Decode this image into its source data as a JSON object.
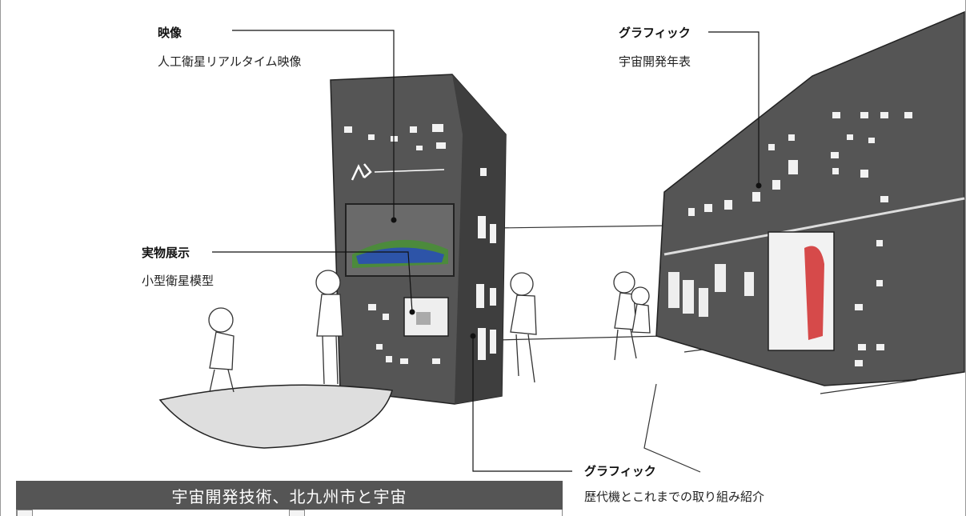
{
  "labels": {
    "video": {
      "title": "映像",
      "sub": "人工衛星リアルタイム映像"
    },
    "exhibit": {
      "title": "実物展示",
      "sub": "小型衛星模型"
    },
    "graphic_top": {
      "title": "グラフィック",
      "sub": "宇宙開発年表"
    },
    "graphic_bottom": {
      "title": "グラフィック",
      "sub": "歴代機とこれまでの取り組み紹介"
    }
  },
  "panel": {
    "title": "宇宙開発技術、北九州市と宇宙"
  },
  "colors": {
    "booth": "#4a4a4a",
    "panel": "#555555",
    "line": "#222222"
  }
}
